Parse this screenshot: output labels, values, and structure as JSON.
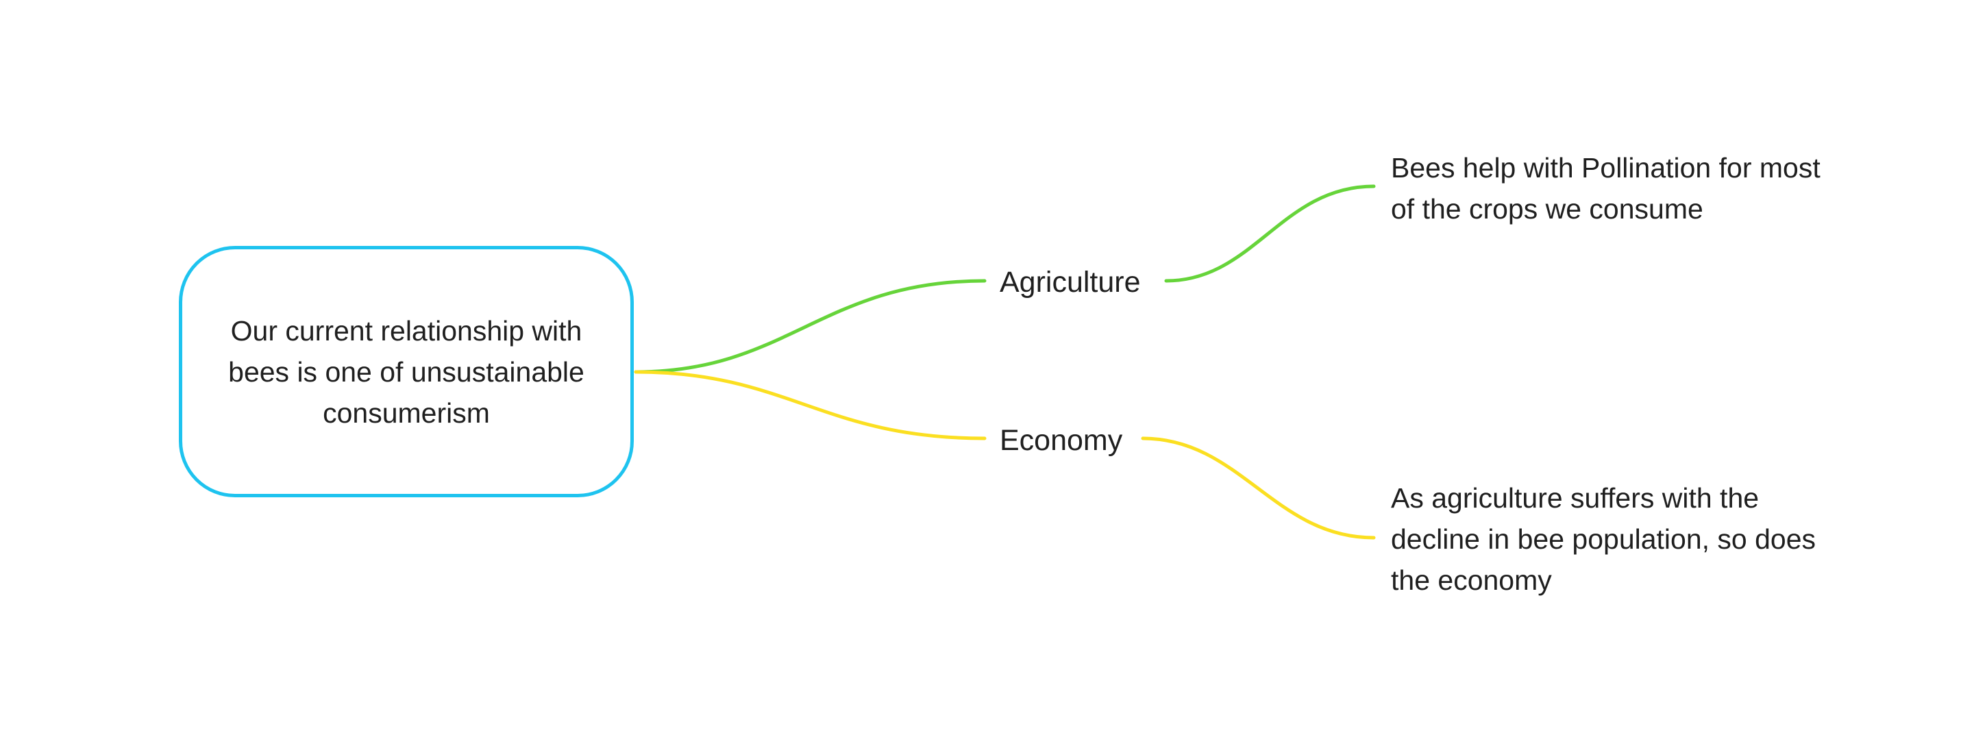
{
  "root": {
    "text": "Our current relationship with bees is one of unsustainable consumerism",
    "border_color": "#1ec3ef"
  },
  "branches": [
    {
      "label": "Agriculture",
      "color": "#66d43a",
      "leaf": "Bees help with Pollination for most of the crops we consume"
    },
    {
      "label": "Economy",
      "color": "#fbdf21",
      "leaf": "As agriculture suffers with the decline in bee population, so does the economy"
    }
  ]
}
